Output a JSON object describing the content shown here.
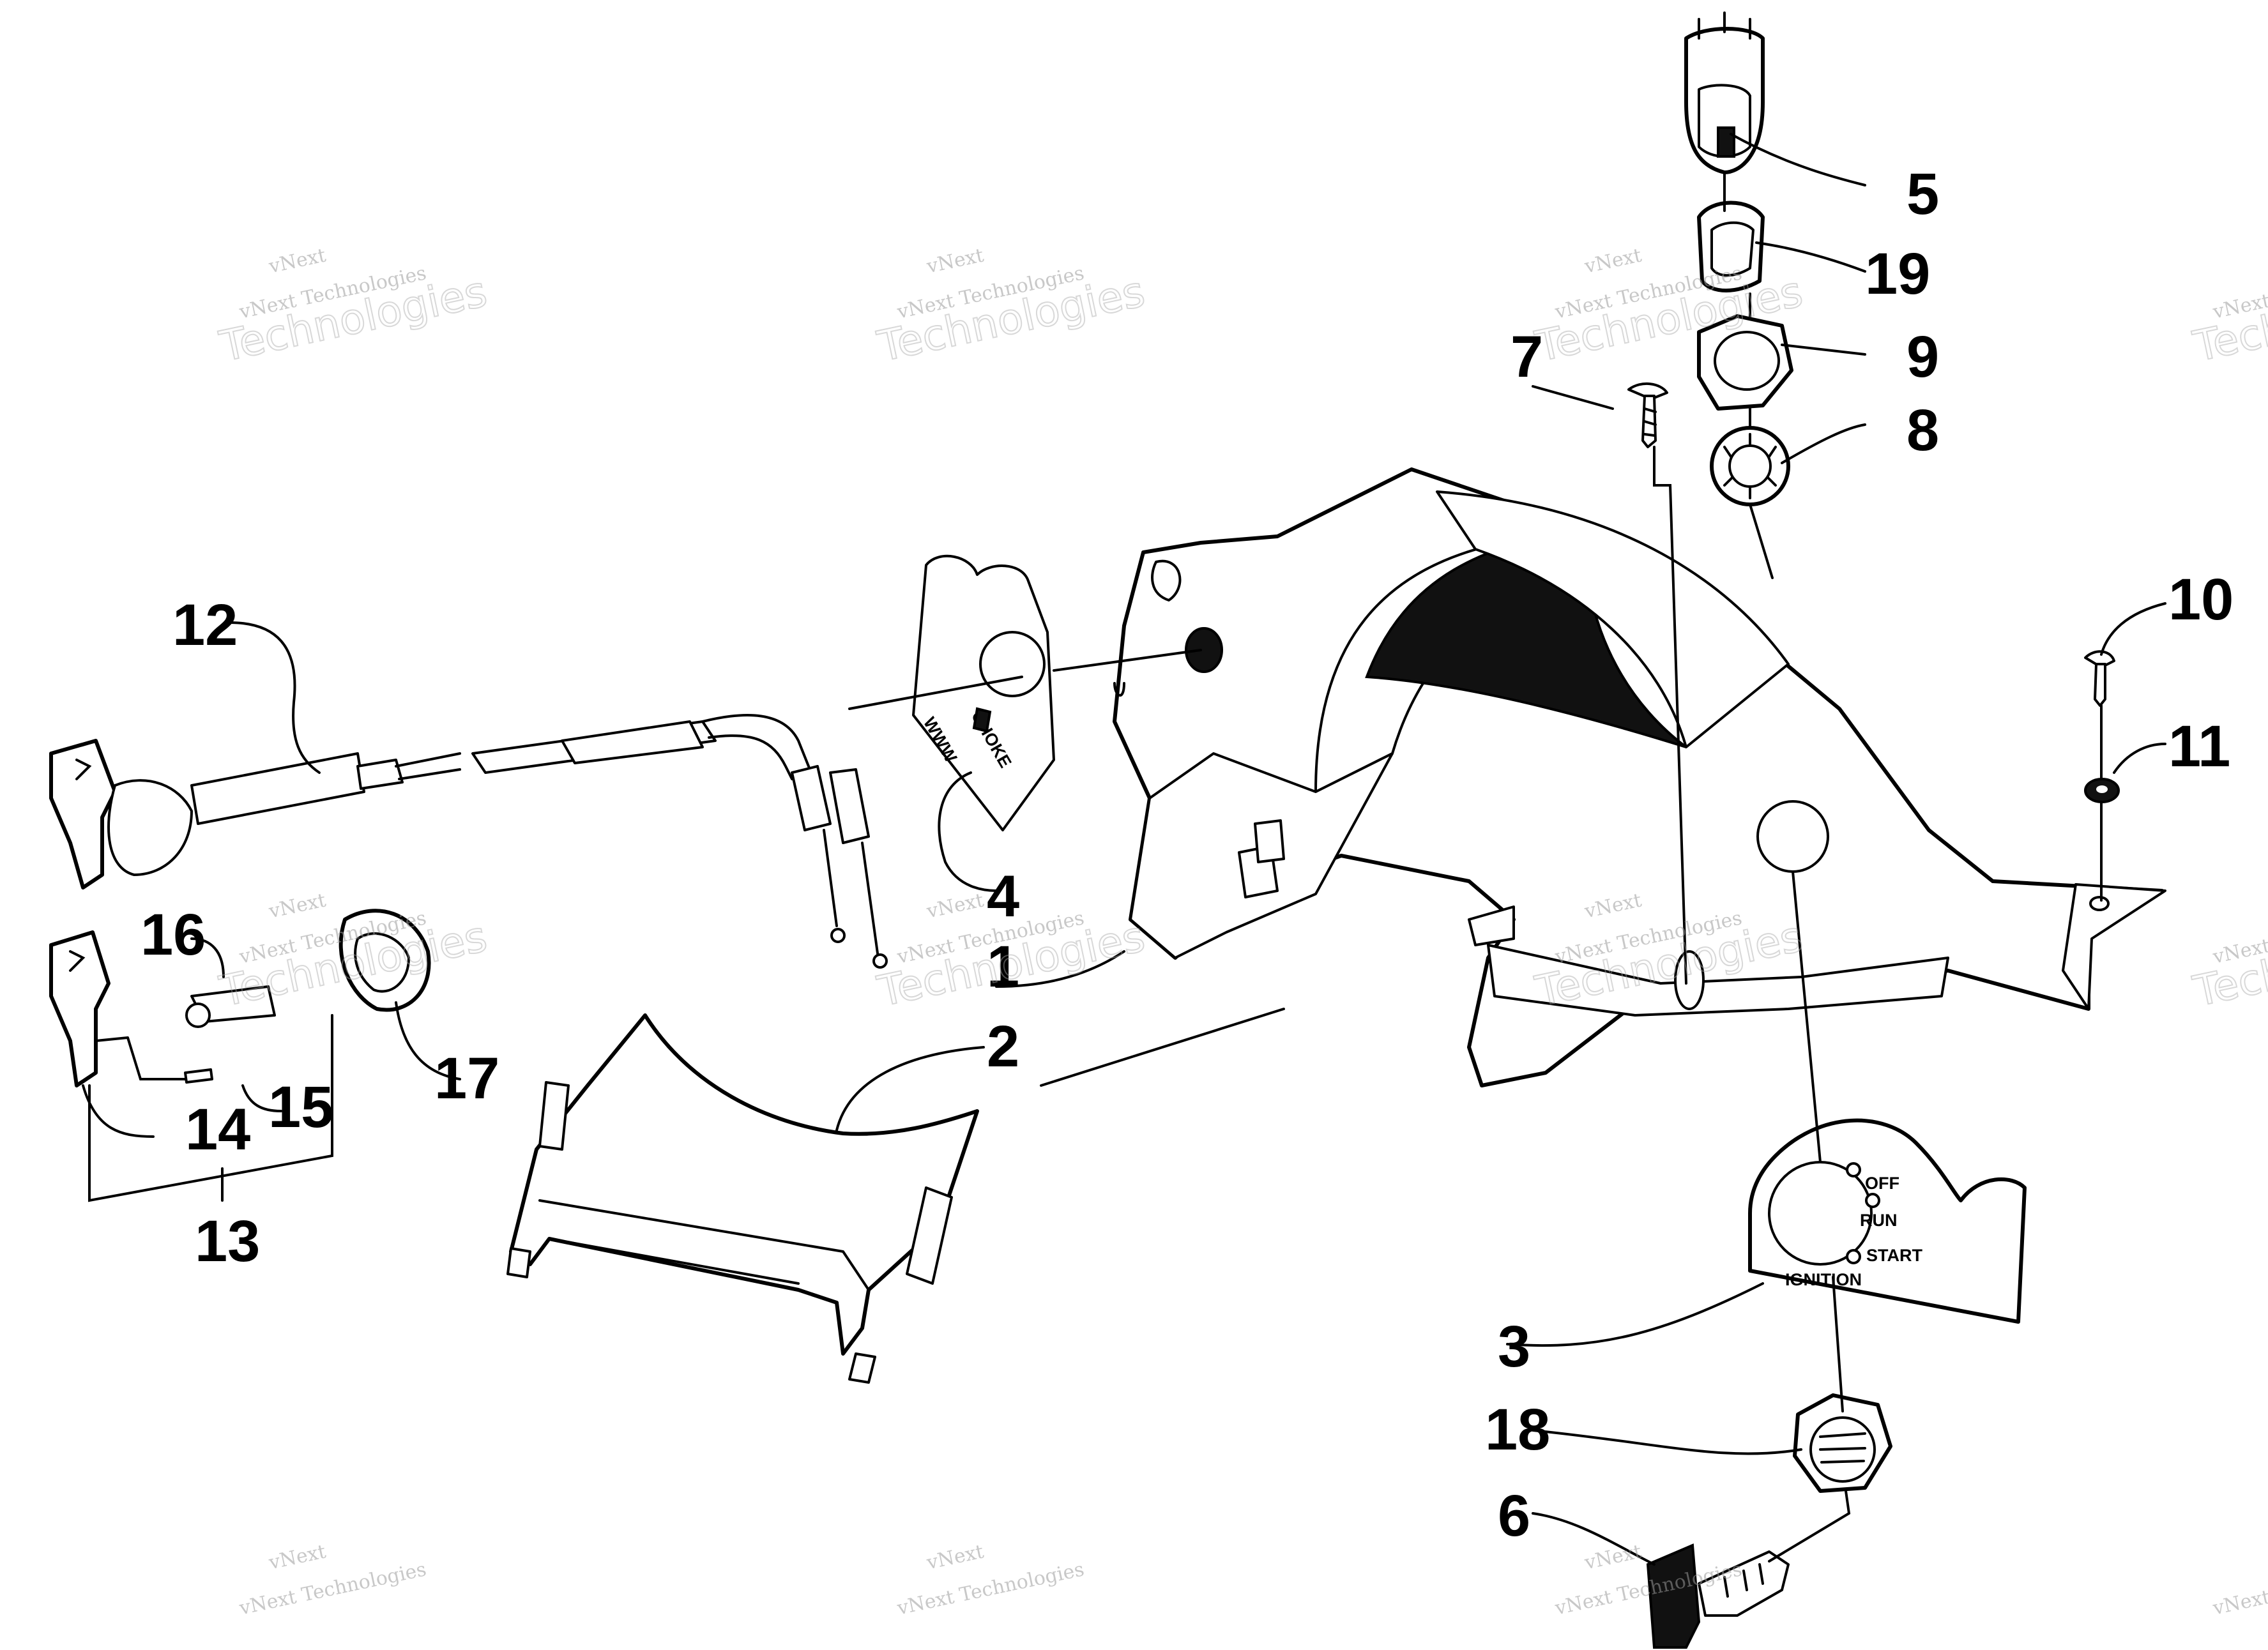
{
  "callouts": [
    {
      "id": "1",
      "text": "1"
    },
    {
      "id": "2",
      "text": "2"
    },
    {
      "id": "3",
      "text": "3"
    },
    {
      "id": "4",
      "text": "4"
    },
    {
      "id": "5",
      "text": "5"
    },
    {
      "id": "6",
      "text": "6"
    },
    {
      "id": "7",
      "text": "7"
    },
    {
      "id": "8",
      "text": "8"
    },
    {
      "id": "9",
      "text": "9"
    },
    {
      "id": "10",
      "text": "10"
    },
    {
      "id": "11",
      "text": "11"
    },
    {
      "id": "12",
      "text": "12"
    },
    {
      "id": "13",
      "text": "13"
    },
    {
      "id": "14",
      "text": "14"
    },
    {
      "id": "15",
      "text": "15"
    },
    {
      "id": "16",
      "text": "16"
    },
    {
      "id": "17",
      "text": "17"
    },
    {
      "id": "18",
      "text": "18"
    },
    {
      "id": "19",
      "text": "19"
    }
  ],
  "decal": {
    "off": "OFF",
    "run": "RUN",
    "start": "START",
    "ignition": "IGNITION"
  },
  "watermark": {
    "brand": "vNext",
    "company": "vNext Technologies",
    "word": "Technologies"
  },
  "colors": {
    "line": "#000000",
    "background": "#ffffff",
    "watermark": "#9a9a9a"
  }
}
